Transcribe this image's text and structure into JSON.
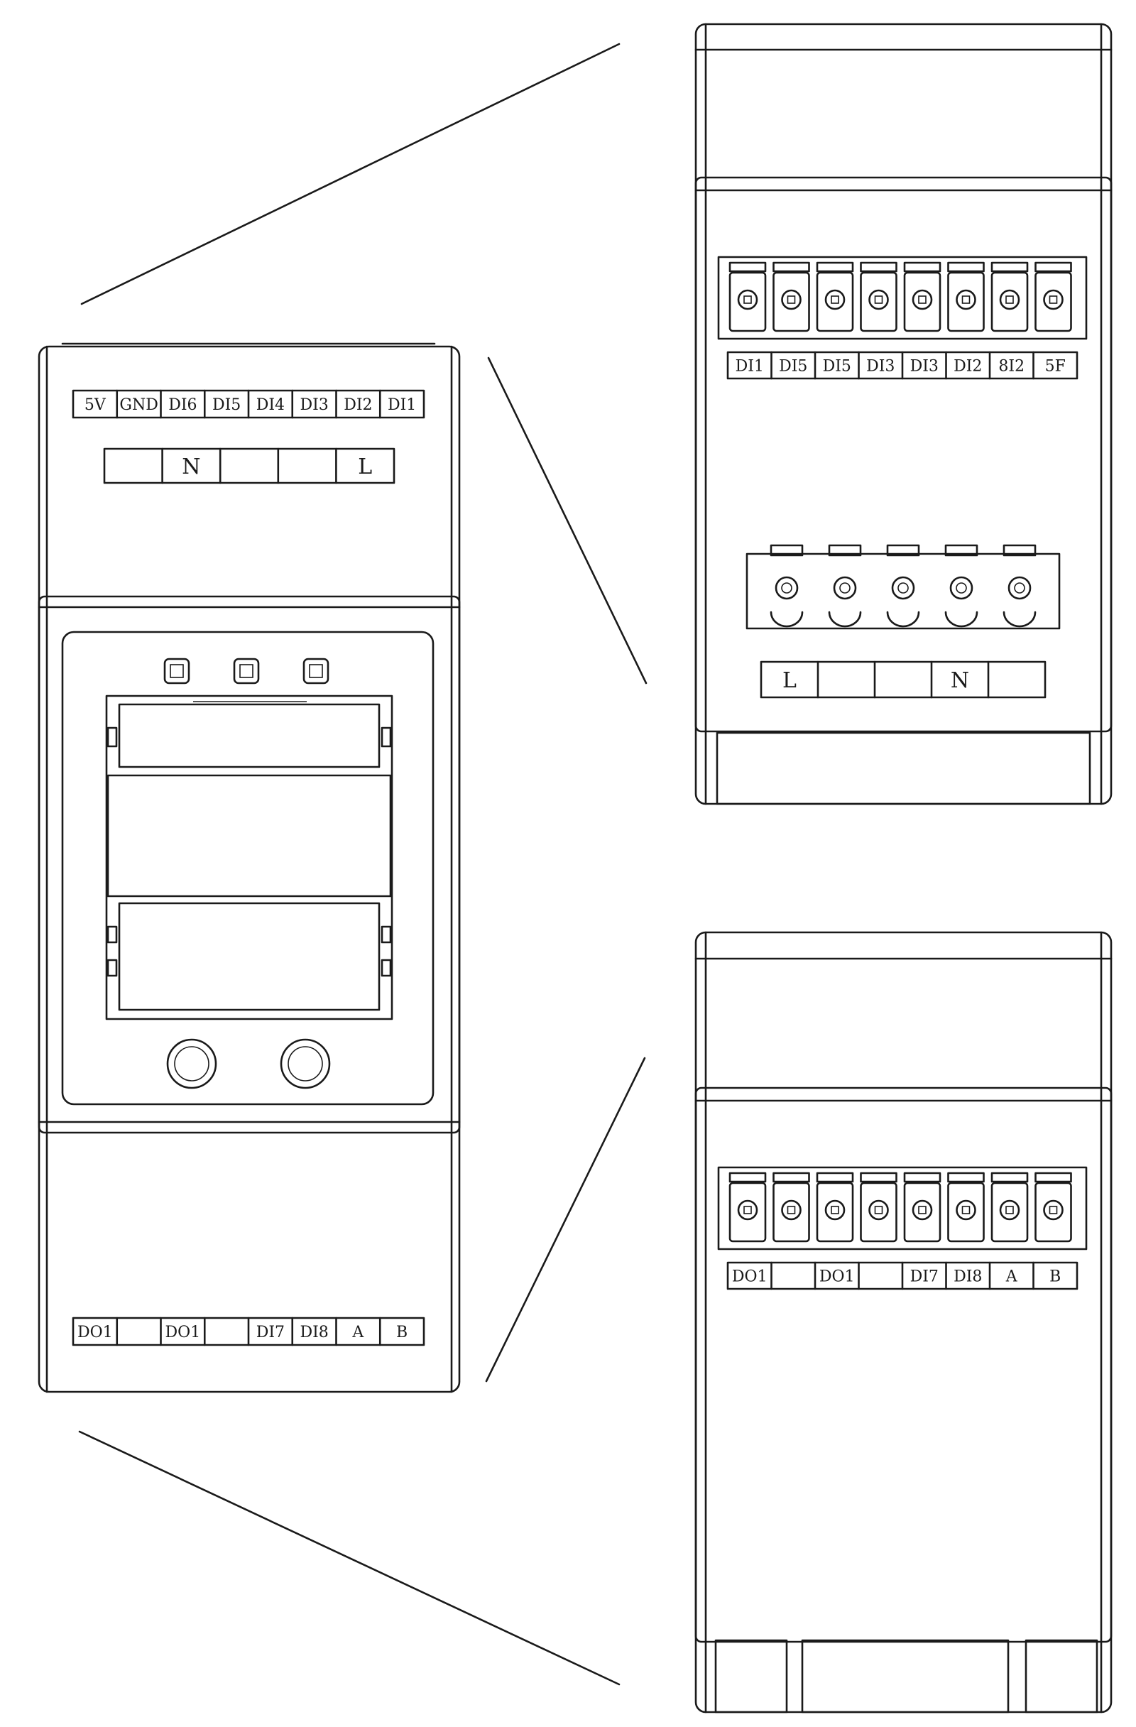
{
  "front_view": {
    "top_labels": [
      "5V",
      "GND",
      "DI6",
      "DI5",
      "DI4",
      "DI3",
      "DI2",
      "DI1"
    ],
    "power_labels": [
      "",
      "N",
      "",
      "",
      "L"
    ],
    "bottom_labels": [
      "DO1",
      "",
      "DO1",
      "",
      "DI7",
      "DI8",
      "A",
      "B"
    ]
  },
  "top_detail": {
    "labels": [
      "DI1",
      "DI5",
      "DI5",
      "DI3",
      "DI3",
      "DI2",
      "8I2",
      "5F"
    ],
    "power_labels": [
      "L",
      "",
      "",
      "N",
      ""
    ]
  },
  "bottom_detail": {
    "labels": [
      "DO1",
      "",
      "DO1",
      "",
      "DI7",
      "DI8",
      "A",
      "B"
    ]
  }
}
